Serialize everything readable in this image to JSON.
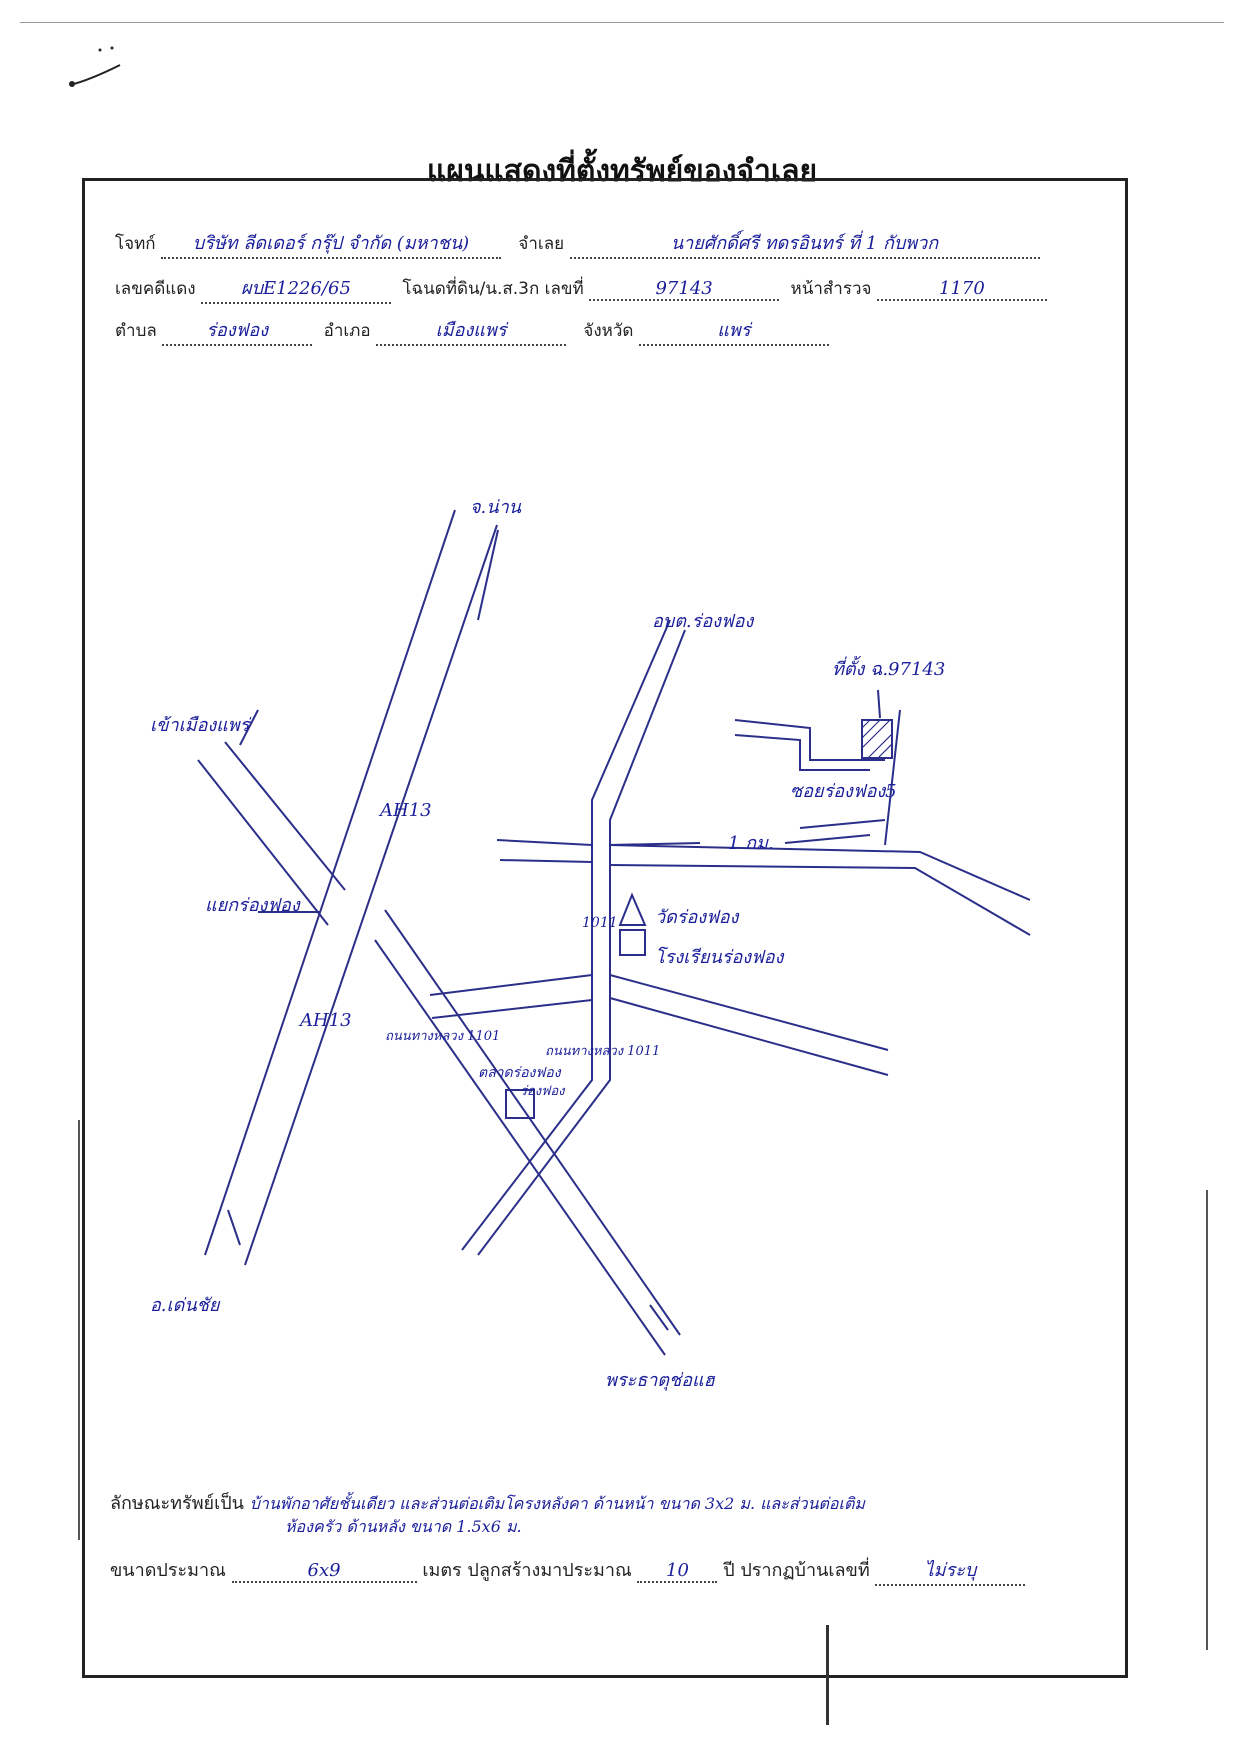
{
  "title": "แผนแสดงที่ตั้งทรัพย์ของจำเลย",
  "header": {
    "plaintiff_label": "โจทก์",
    "plaintiff_value": "บริษัท ลีดเดอร์ กรุ๊ป จำกัด (มหาชน)",
    "defendant_label": "จำเลย",
    "defendant_value": "นายศักดิ์ศรี ทดรอินทร์ ที่ 1 กับพวก",
    "case_label": "เลขคดีแดง",
    "case_value": "ผบE1226/65",
    "deed_label": "โฉนดที่ดิน/น.ส.3ก เลขที่",
    "deed_value": "97143",
    "survey_label": "หน้าสำรวจ",
    "survey_value": "1170",
    "subdistrict_label": "ตำบล",
    "subdistrict_value": "ร่องฟอง",
    "district_label": "อำเภอ",
    "district_value": "เมืองแพร่",
    "province_label": "จังหวัด",
    "province_value": "แพร่"
  },
  "map": {
    "north": "จ.น่าน",
    "road_ah13_top": "AH13",
    "road_ah13_bottom": "AH13",
    "to_muang_phrae": "เข้าเมืองแพร่",
    "rong_fong_junction": "แยกร่องฟอง",
    "to_den_chai": "อ.เด่นชัย",
    "to_pra_that": "พระธาตุช่อแฮ",
    "school_name": "อบต.ร่องฟอง",
    "property_location": "ที่ตั้ง ฉ.97143",
    "soi_name": "ซอยร่องฟอง5",
    "distance": "1 กม.",
    "temple": "วัดร่องฟอง",
    "school": "โรงเรียนร่องฟอง",
    "road_1101": "ถนนทางหลวง 1101",
    "road_1011": "ถนนทางหลวง 1011",
    "road_1011_short": "1011",
    "market": "ตลาดร่องฟอง",
    "market_sub": "ร่องฟอง"
  },
  "footer": {
    "property_type_label": "ลักษณะทรัพย์เป็น",
    "property_type_value": "บ้านพักอาศัยชั้นเดียว และส่วนต่อเติมโครงหลังคา ด้านหน้า ขนาด 3x2 ม. และส่วนต่อเติม",
    "property_type_value_2": "ห้องครัว ด้านหลัง ขนาด 1.5x6 ม.",
    "size_label": "ขนาดประมาณ",
    "size_value": "6x9",
    "meter_label": "เมตร ปลูกสร้างมาประมาณ",
    "years_value": "10",
    "house_no_label": "ปี ปรากฏบ้านเลขที่",
    "house_no_value": "ไม่ระบุ"
  },
  "colors": {
    "ink": "#1a1e9a",
    "frame": "#222222"
  }
}
